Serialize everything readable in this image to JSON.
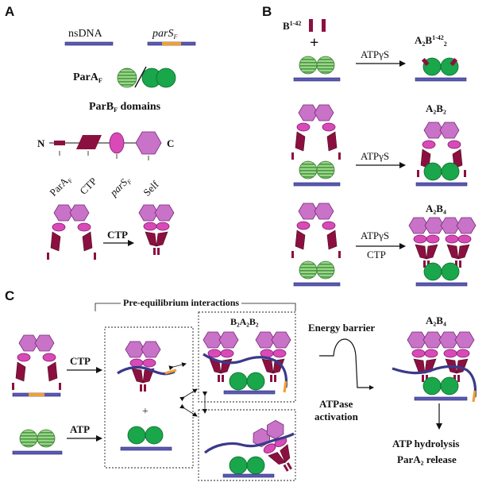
{
  "panels": {
    "a": "A",
    "b": "B",
    "c": "C"
  },
  "panel_a": {
    "nsdna": "nsDNA",
    "pars": "parS",
    "pars_sub": "F",
    "para_label": "ParA",
    "para_sub": "F",
    "parb_label": "ParB",
    "parb_sub": "F",
    "parb_suffix": " domains",
    "n_term": "N",
    "c_term": "C",
    "domains": {
      "para": "ParA",
      "para_sub": "F",
      "ctp": "CTP",
      "pars": "parS",
      "pars_sub": "F",
      "self": "Self"
    },
    "ctp_arrow": "CTP"
  },
  "panel_b": {
    "b142": "B",
    "b142_sup": "1-42",
    "plus": "+",
    "atpgs": "ATPγS",
    "row1_product": {
      "a": "A",
      "a_sub": "2",
      "b": "B",
      "b_sup": "1-42",
      "b_sub": "2"
    },
    "row2_product": "A₂B₂",
    "row3_product": "A₂B₄",
    "row3_ctp": "CTP"
  },
  "panel_c": {
    "pre_eq": "Pre-equilibrium interactions",
    "ctp": "CTP",
    "atp": "ATP",
    "plus": "+",
    "b2a2b2": "B₂A₂B₂",
    "energy_barrier": "Energy barrier",
    "atpase_1": "ATPase",
    "atpase_2": "activation",
    "a2b4": "A₂B₄",
    "hydrolysis": "ATP hydrolysis",
    "release": "ParA₂ release"
  },
  "colors": {
    "dna_blue": "#5a5ab4",
    "pars_orange": "#f0a030",
    "para_green": "#1aa64a",
    "para_light": "#8fcf80",
    "parb_pink": "#c060c0",
    "parb_magenta": "#d040b0",
    "parb_crimson": "#8b1040"
  }
}
